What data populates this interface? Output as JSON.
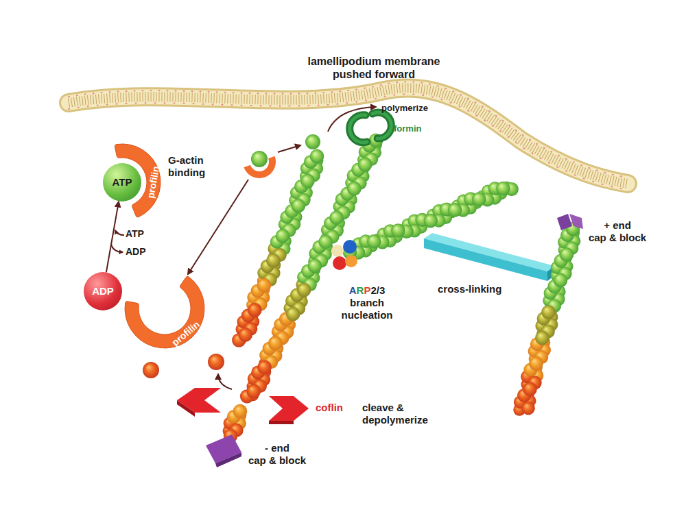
{
  "diagram": {
    "nodes": [
      {
        "text": [
          "profilin"
        ]
      },
      {
        "text": [
          "ATP"
        ]
      },
      {
        "text": [
          "ADP"
        ]
      },
      {
        "text": [
          "profilin"
        ]
      }
    ],
    "edges": [
      {
        "from": 2,
        "to": 1,
        "arrow": "to"
      }
    ],
    "labels": [
      "lamellipodium membrane pushed forward",
      "polymerize",
      "formin",
      "G-actin binding",
      "ATP",
      "ADP",
      "ARP2/3 branch nucleation",
      "cross-linking",
      "+ end cap & block",
      "coflin",
      "cleave & depolymerize",
      "- end cap & block"
    ]
  }
}
